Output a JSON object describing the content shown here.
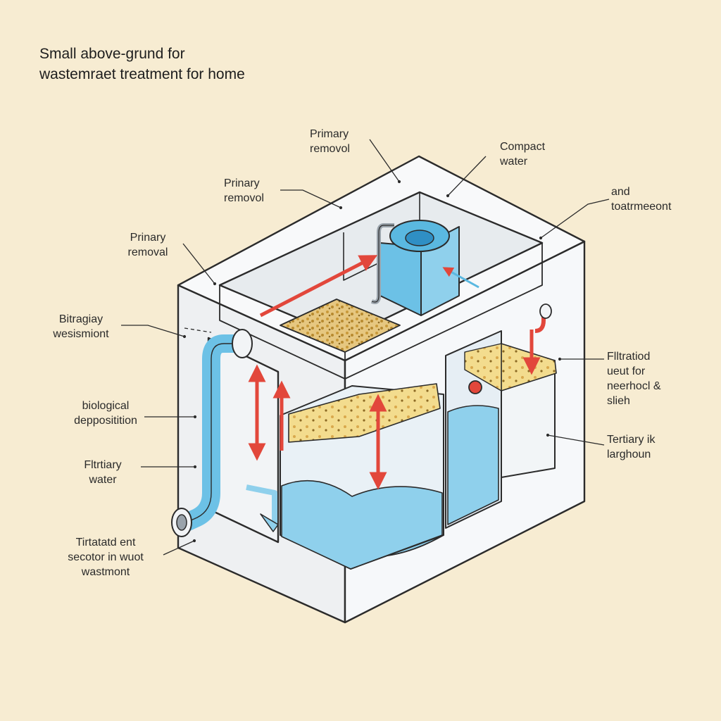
{
  "title": {
    "line1": "Small above-grund for",
    "line2": "wastemraet treatment for home"
  },
  "labels": {
    "top_center": [
      "Primary",
      "removol"
    ],
    "top_left": [
      "Prinary",
      "removol"
    ],
    "upper_left": [
      "Prinary",
      "removal"
    ],
    "compact": [
      "Compact",
      "water"
    ],
    "right_top": [
      "and",
      "toatrmeeont"
    ],
    "left_a": [
      "Bitragiay",
      "wesismiont"
    ],
    "left_b": [
      "biological",
      "deppositition"
    ],
    "left_c": [
      "Fltrtiary",
      "water"
    ],
    "bottom_left": [
      "Tirtatatd ent",
      "secotor in wuot",
      "wastmont"
    ],
    "right_mid": [
      "Flltratiod",
      "ueut for",
      "neerhocl &",
      "slieh"
    ],
    "right_low": [
      "Tertiary ik",
      "larghoun"
    ]
  },
  "colors": {
    "background": "#f7ecd2",
    "tank_wall": "#f4f6f8",
    "outline": "#2b2b2b",
    "water": "#8fd0ec",
    "water_dark": "#5ab8e0",
    "media": "#e8c878",
    "arrow": "#e2473b"
  },
  "icons": [
    "flow-arrow-icon",
    "pipe-icon",
    "drain-icon"
  ]
}
